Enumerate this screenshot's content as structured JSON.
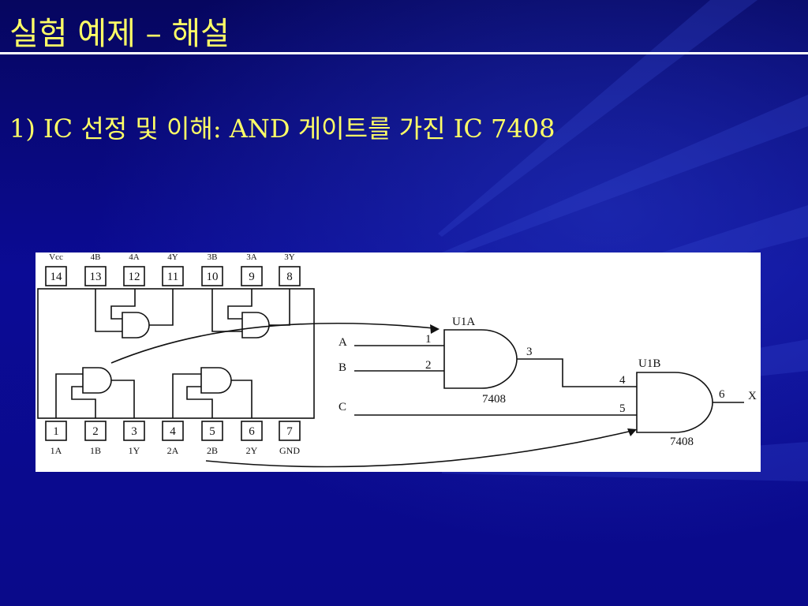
{
  "slide": {
    "title": "실험 예제 – 해설",
    "subtitle": "1) IC 선정 및 이해:  AND 게이트를 가진 IC 7408"
  },
  "chip": {
    "top_pins": [
      {
        "num": "14",
        "label": "Vcc"
      },
      {
        "num": "13",
        "label": "4B"
      },
      {
        "num": "12",
        "label": "4A"
      },
      {
        "num": "11",
        "label": "4Y"
      },
      {
        "num": "10",
        "label": "3B"
      },
      {
        "num": "9",
        "label": "3A"
      },
      {
        "num": "8",
        "label": "3Y"
      }
    ],
    "bottom_pins": [
      {
        "num": "1",
        "label": "1A"
      },
      {
        "num": "2",
        "label": "1B"
      },
      {
        "num": "3",
        "label": "1Y"
      },
      {
        "num": "4",
        "label": "2A"
      },
      {
        "num": "5",
        "label": "2B"
      },
      {
        "num": "6",
        "label": "2Y"
      },
      {
        "num": "7",
        "label": "GND"
      }
    ]
  },
  "circuit": {
    "gate1": {
      "name": "U1A",
      "part": "7408",
      "in1": "1",
      "in2": "2",
      "out": "3"
    },
    "gate2": {
      "name": "U1B",
      "part": "7408",
      "in1": "4",
      "in2": "5",
      "out": "6"
    },
    "inputs": [
      "A",
      "B",
      "C"
    ],
    "output": "X"
  },
  "colors": {
    "title": "#ffff66",
    "background": "#0a0a8a",
    "diagram_bg": "#ffffff",
    "line": "#111111"
  }
}
